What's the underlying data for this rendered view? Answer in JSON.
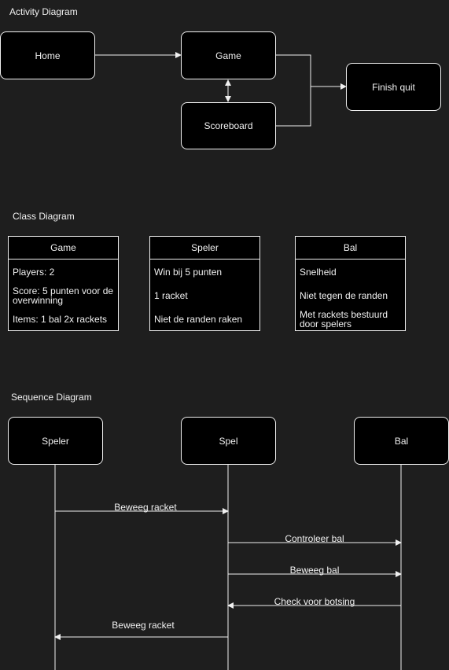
{
  "activity": {
    "title": "Activity Diagram",
    "nodes": {
      "home": "Home",
      "game": "Game",
      "scoreboard": "Scoreboard",
      "finish": "Finish quit"
    }
  },
  "class_diagram": {
    "title": "Class Diagram",
    "classes": [
      {
        "name": "Game",
        "attributes": [
          "Players: 2",
          "Score: 5 punten voor de overwinning",
          "Items: 1 bal 2x rackets"
        ]
      },
      {
        "name": "Speler",
        "attributes": [
          "Win bij 5 punten",
          "1 racket",
          "Niet de randen raken"
        ]
      },
      {
        "name": "Bal",
        "attributes": [
          "Snelheid",
          "Niet tegen de randen",
          "Met rackets bestuurd door spelers"
        ]
      }
    ]
  },
  "sequence": {
    "title": "Sequence Diagram",
    "participants": [
      "Speler",
      "Spel",
      "Bal"
    ],
    "messages": [
      "Beweeg racket",
      "Controleer bal",
      "Beweeg bal",
      "Check voor botsing",
      "Beweeg racket"
    ]
  }
}
